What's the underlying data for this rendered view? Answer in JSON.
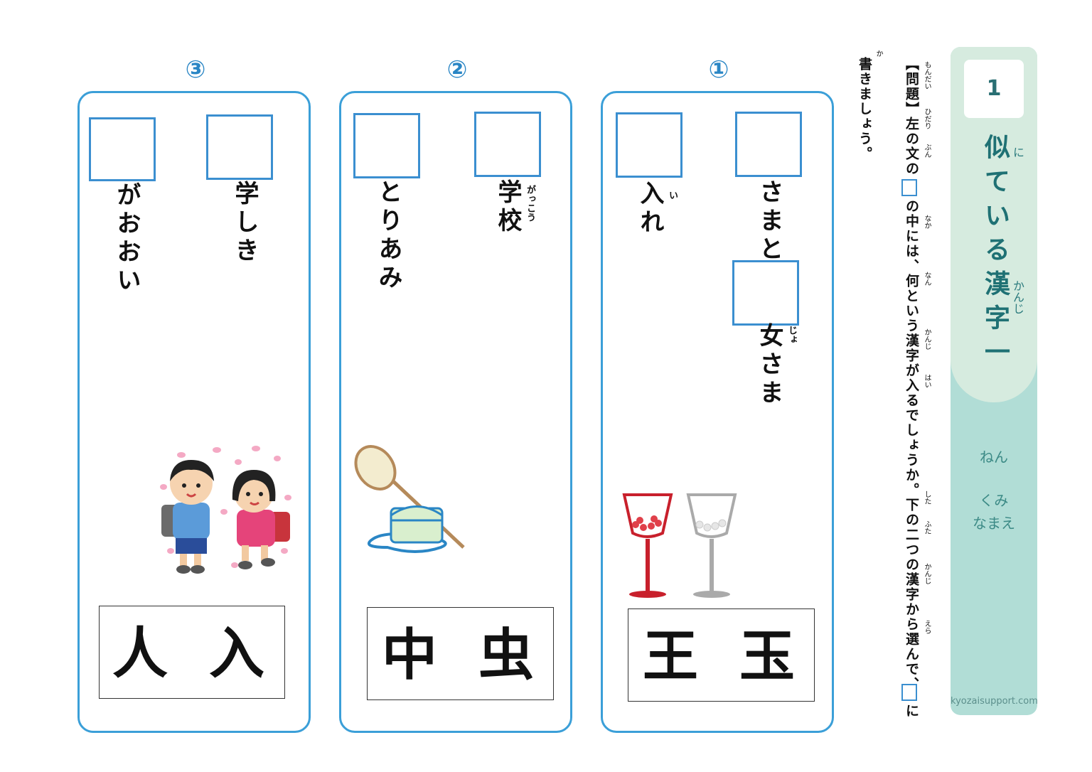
{
  "header": {
    "number": "1",
    "title": "似ている漢字一",
    "title_ruby": [
      "に",
      "かんじ"
    ],
    "year_label": "ねん",
    "class_label": "くみ",
    "name_label": "なまえ",
    "site": "kyozaisupport.com"
  },
  "instruction": {
    "line1_a": "【問題】左の文の",
    "line1_b": "の中には、何という漢字が入るでしょうか。下の二つの漢字から選んで、",
    "line1_c": "に",
    "ruby_mondai": "もんだい",
    "ruby_hidari": "ひだり",
    "ruby_bun": "ぶん",
    "ruby_naka": "なか",
    "ruby_nan": "なん",
    "ruby_kanji": "かんじ",
    "ruby_hai": "はい",
    "ruby_shita": "した",
    "ruby_futa": "ふた",
    "ruby_kanji2": "かんじ",
    "ruby_era": "えら",
    "line2": "書きましょう。",
    "ruby_ka": "か"
  },
  "problems": [
    {
      "label": "①",
      "word_a": "さまと",
      "word_b": "女さま",
      "ruby_b": "じょ",
      "word_c": "入れ",
      "ruby_c": "い",
      "choices": [
        "王",
        "玉"
      ]
    },
    {
      "label": "②",
      "word_a": "学校",
      "ruby_a": "がっこう",
      "word_b": "とりあみ",
      "choices": [
        "中",
        "虫"
      ]
    },
    {
      "label": "③",
      "word_a": "学しき",
      "word_b": "がおおい",
      "choices": [
        "人",
        "入"
      ]
    }
  ],
  "colors": {
    "panel_border": "#3b9fd8",
    "strip_top": "#d6ebdf",
    "strip_bottom": "#b1ddd6",
    "title": "#1f7174"
  }
}
